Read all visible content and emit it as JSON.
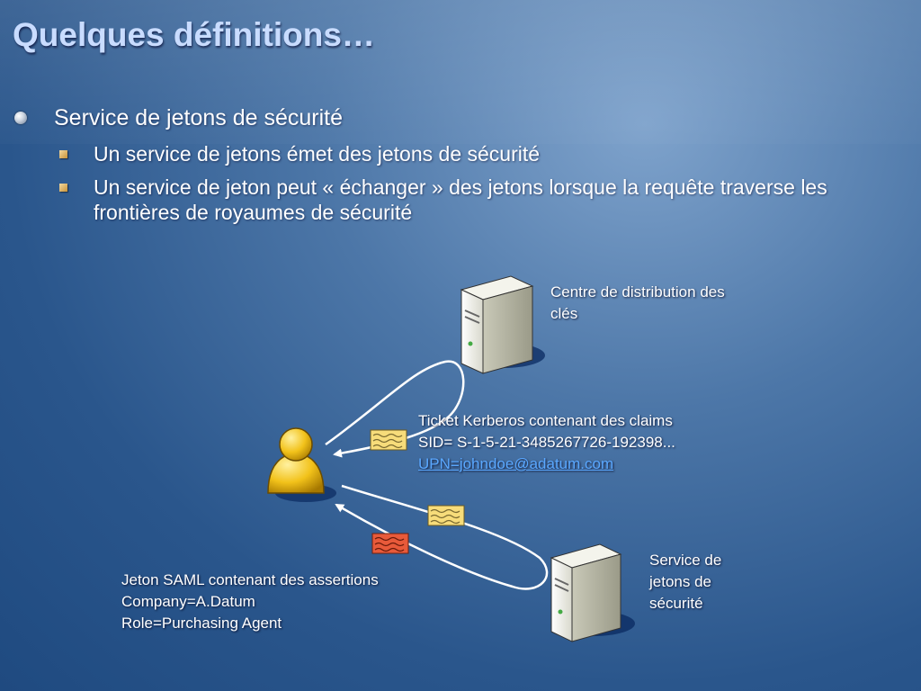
{
  "slide": {
    "title": "Quelques définitions…",
    "bullet_l1": "Service de jetons de sécurité",
    "bullet_l2": [
      "Un service de jetons émet des jetons de sécurité",
      "Un service de jeton peut « échanger » des jetons lorsque la requête traverse les frontières de royaumes de sécurité"
    ]
  },
  "diagram": {
    "kdc_label": "Centre de distribution des clés",
    "kerberos_ticket": {
      "line1": "Ticket Kerberos contenant des claims",
      "line2": "SID= S-1-5-21-3485267726-192398...",
      "line3": "UPN=johndoe@adatum.com"
    },
    "sts_label": "Service de jetons de sécurité",
    "saml_token": {
      "line1": "Jeton SAML contenant des assertions",
      "line2": "Company=A.Datum",
      "line3": "Role=Purchasing Agent"
    },
    "icons": [
      "server-icon",
      "user-icon",
      "kerberos-ticket-icon",
      "saml-token-icon"
    ],
    "colors": {
      "ticket_yellow": "#f7dc7a",
      "saml_red": "#e85a3a",
      "title": "#c9dcff"
    }
  }
}
